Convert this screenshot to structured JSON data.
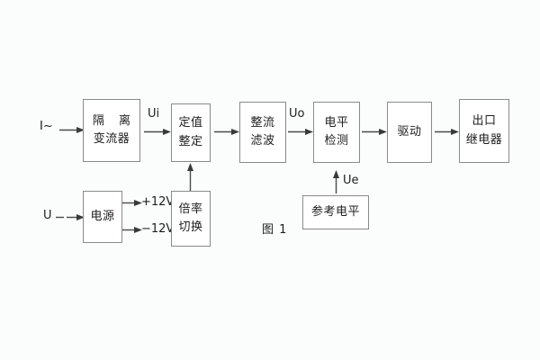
{
  "figure": {
    "caption": "图 1",
    "background_color": "#fbfcfc",
    "line_color": "#4a4a4a",
    "box_border_color": "#8a8a8a",
    "text_color": "#1d1d1d"
  },
  "blocks": [
    {
      "id": "isolation-transformer",
      "line1": "隔 离",
      "line2": "变流器",
      "spaced": true
    },
    {
      "id": "setting-adjust",
      "line1": "定值",
      "line2": "整定",
      "spaced": false
    },
    {
      "id": "rectify-filter",
      "line1": "整流",
      "line2": "滤波",
      "spaced": false
    },
    {
      "id": "level-detection",
      "line1": "电平",
      "line2": "检测",
      "spaced": false
    },
    {
      "id": "drive",
      "line1": "驱动",
      "line2": "",
      "spaced": false
    },
    {
      "id": "output-relay",
      "line1": "出口",
      "line2": "继电器",
      "spaced": false
    },
    {
      "id": "power-supply",
      "line1": "电源",
      "line2": "",
      "spaced": false
    },
    {
      "id": "ratio-switch",
      "line1": "倍率",
      "line2": "切换",
      "spaced": false
    },
    {
      "id": "reference-level",
      "line1": "参考电平",
      "line2": "",
      "spaced": false
    }
  ],
  "signals": {
    "current_input": "I~",
    "ui": "Ui",
    "uo": "Uo",
    "ue": "Ue",
    "voltage_input": "U",
    "supply_positive": "+12V",
    "supply_negative": "−12V"
  }
}
